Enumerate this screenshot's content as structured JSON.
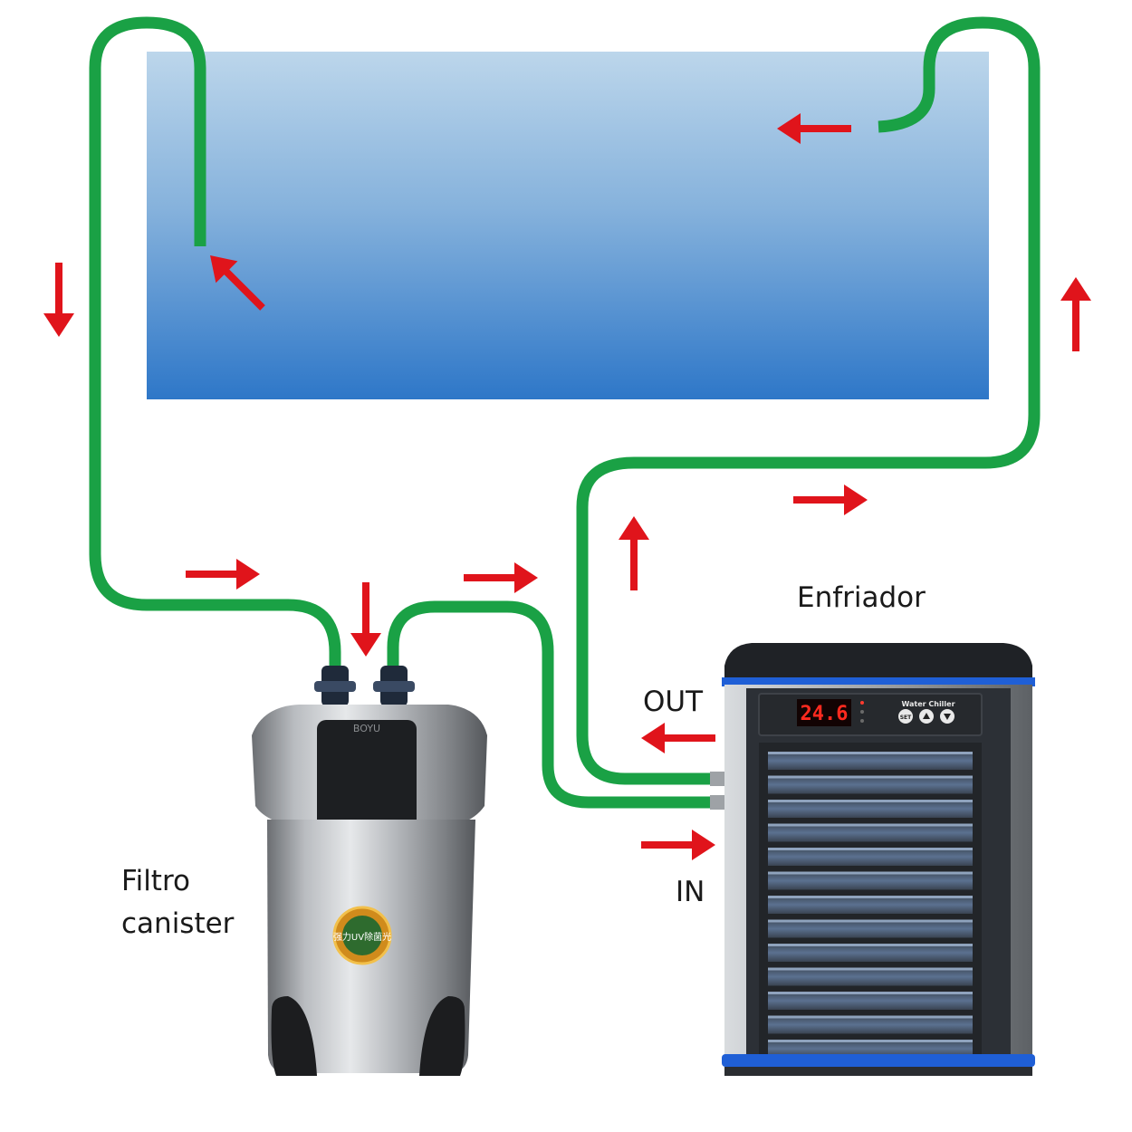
{
  "labels": {
    "filter": "Filtro\ncanister",
    "chiller": "Enfriador",
    "port_out": "OUT",
    "port_in": "IN"
  },
  "chiller_display": {
    "temperature": "24.6",
    "brand": "Water Chiller",
    "button_set": "SET"
  },
  "filter_badge": {
    "text": "强力UV除菌光"
  },
  "filter_brand": "BOYU",
  "colors": {
    "hose": "#1aa145",
    "arrow": "#e0141b",
    "water_top": "#b9d3ea",
    "water_bottom": "#2e78c9",
    "display_digits": "#ff2a1f",
    "chiller_trim": "#1f5fd6"
  },
  "icons": {
    "flow_arrow": "red-arrow-icon",
    "chiller_buttons": [
      "set-button-icon",
      "up-button-icon",
      "down-button-icon"
    ]
  }
}
